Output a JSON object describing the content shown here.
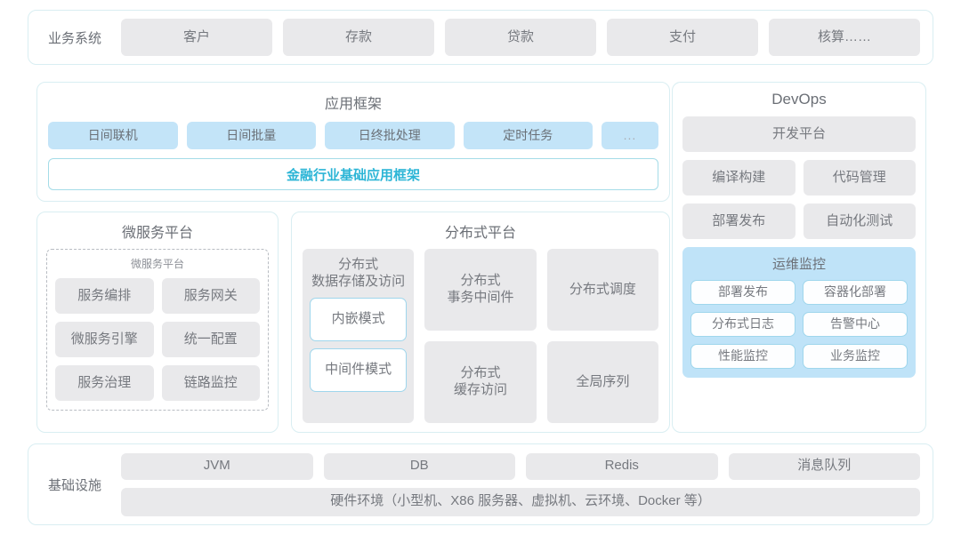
{
  "business_row": {
    "label": "业务系统",
    "tiles": [
      "客户",
      "存款",
      "贷款",
      "支付",
      "核算……"
    ]
  },
  "app_framework": {
    "title": "应用框架",
    "tiles": [
      "日间联机",
      "日间批量",
      "日终批处理",
      "定时任务"
    ],
    "more_tile": "...",
    "base_bar": "金融行业基础应用框架",
    "base_bar_color": "#2cb5d6"
  },
  "micro_platform": {
    "title": "微服务平台",
    "inner_title": "微服务平台",
    "tiles": [
      "服务编排",
      "服务网关",
      "微服务引擎",
      "统一配置",
      "服务治理",
      "链路监控"
    ]
  },
  "dist_platform": {
    "title": "分布式平台",
    "storage_tile": "分布式\n数据存储及访问",
    "storage_modes": [
      "内嵌模式",
      "中间件模式"
    ],
    "col2": [
      "分布式\n事务中间件",
      "分布式\n缓存访问"
    ],
    "col3": [
      "分布式调度",
      "全局序列"
    ]
  },
  "devops": {
    "title": "DevOps",
    "dev_platform": "开发平台",
    "tiles": [
      "编译构建",
      "代码管理",
      "部署发布",
      "自动化测试"
    ],
    "ops": {
      "title": "运维监控",
      "tiles": [
        "部署发布",
        "容器化部署",
        "分布式日志",
        "告警中心",
        "性能监控",
        "业务监控"
      ]
    }
  },
  "infra_row": {
    "label": "基础设施",
    "tiles": [
      "JVM",
      "DB",
      "Redis",
      "消息队列"
    ],
    "hardware": "硬件环境（小型机、X86 服务器、虚拟机、云环境、Docker 等）"
  },
  "colors": {
    "tile_gray": "#e9e9eb",
    "tile_blue": "#c3e4f8",
    "ops_blue": "#bfe3f8",
    "panel_border": "#d9eef2",
    "accent_cyan": "#2cb5d6",
    "text_gray": "#6b6f76"
  }
}
